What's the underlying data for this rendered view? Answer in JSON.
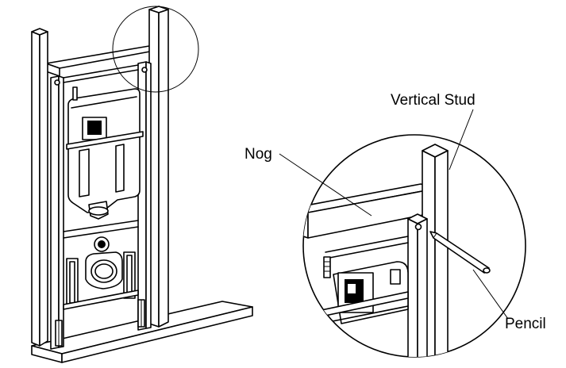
{
  "labels": {
    "vertical_stud": "Vertical Stud",
    "nog": "Nog",
    "pencil": "Pencil"
  }
}
